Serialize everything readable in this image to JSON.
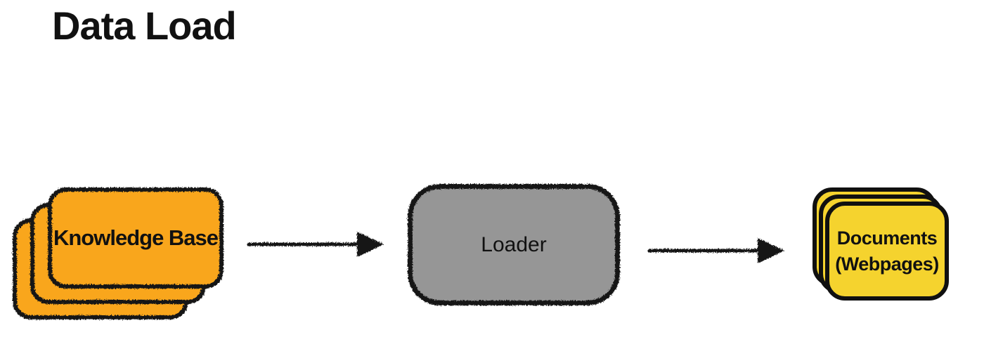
{
  "title": "Data Load",
  "colors": {
    "background": "#ffffff",
    "ink": "#111111",
    "orange": "#f9a61c",
    "yellow": "#f5d32e",
    "gray": "#969696"
  },
  "diagram": {
    "knowledge_base": {
      "label": "Knowledge Base"
    },
    "loader": {
      "label": "Loader"
    },
    "documents": {
      "label_line1": "Documents",
      "label_line2": "(Webpages)"
    },
    "arrows": [
      {
        "from": "Knowledge Base",
        "to": "Loader",
        "direction": "right"
      },
      {
        "from": "Loader",
        "to": "Documents (Webpages)",
        "direction": "right"
      }
    ]
  }
}
